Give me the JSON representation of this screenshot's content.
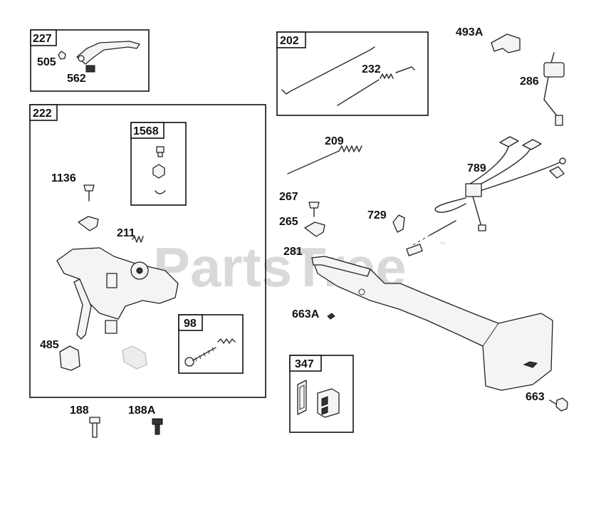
{
  "watermark": {
    "text": "PartsTree",
    "trademark": "™"
  },
  "groups": [
    {
      "id": "g227",
      "label": "227"
    },
    {
      "id": "g222",
      "label": "222"
    },
    {
      "id": "g1568",
      "label": "1568"
    },
    {
      "id": "g98",
      "label": "98"
    },
    {
      "id": "g202",
      "label": "202"
    },
    {
      "id": "g347",
      "label": "347"
    }
  ],
  "callouts": {
    "p505": "505",
    "p562": "562",
    "p1136": "1136",
    "p211": "211",
    "p485": "485",
    "p188": "188",
    "p188A": "188A",
    "p232": "232",
    "p493A": "493A",
    "p286": "286",
    "p209": "209",
    "p789": "789",
    "p267": "267",
    "p265": "265",
    "p729": "729",
    "p281": "281",
    "p663A": "663A",
    "p663": "663"
  }
}
